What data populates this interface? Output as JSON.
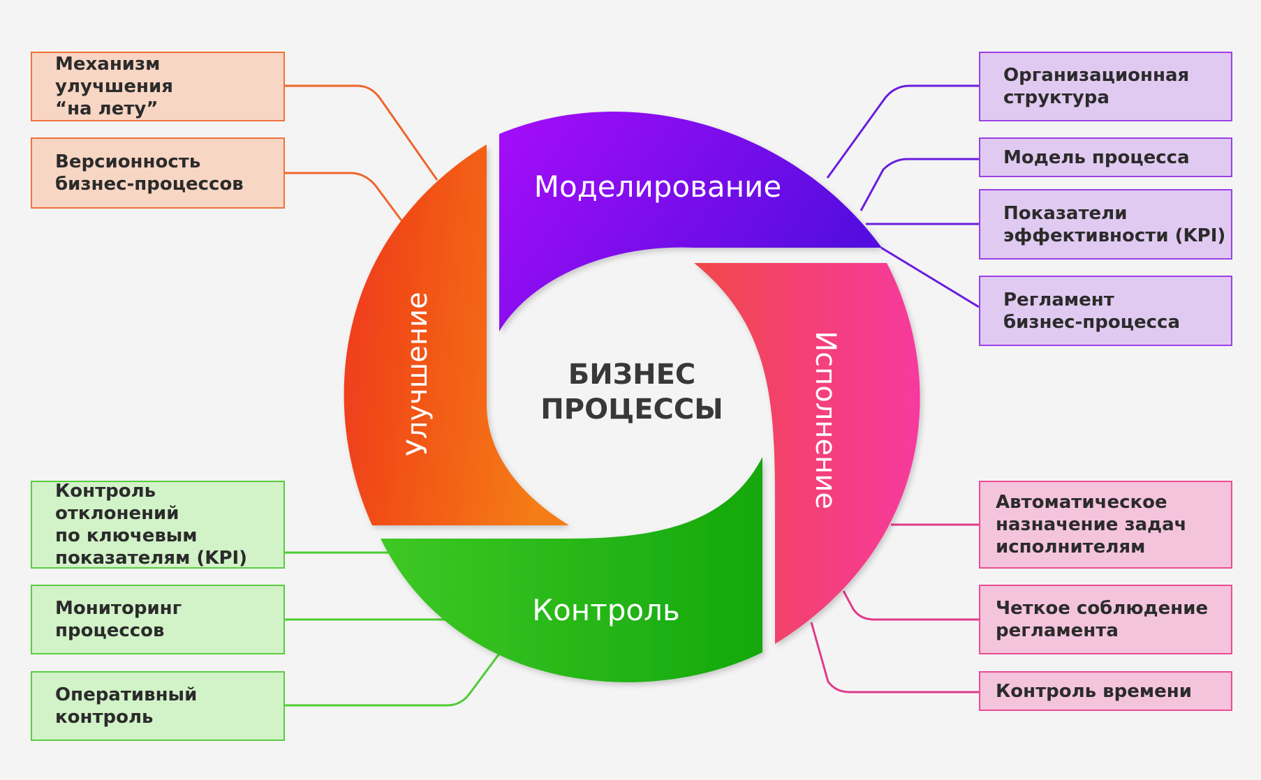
{
  "center": {
    "title": "БИЗНЕС\nПРОЦЕССЫ"
  },
  "phases": {
    "modeling": {
      "label": "Моделирование"
    },
    "execution": {
      "label": "Исполнение"
    },
    "control": {
      "label": "Контроль"
    },
    "improvement": {
      "label": "Улучшение"
    }
  },
  "boxes": {
    "improvement": [
      {
        "text": "Механизм улучшения\n“на лету”"
      },
      {
        "text": "Версионность\nбизнес-процессов"
      }
    ],
    "modeling": [
      {
        "text": "Организационная\nструктура"
      },
      {
        "text": "Модель процесса"
      },
      {
        "text": "Показатели\nэффективности (KPI)"
      },
      {
        "text": "Регламент\nбизнес-процесса"
      }
    ],
    "control": [
      {
        "text": "Контроль отклонений\nпо ключевым\nпоказателям (KPI)"
      },
      {
        "text": "Мониторинг\nпроцессов"
      },
      {
        "text": "Оперативный\nконтроль"
      }
    ],
    "execution": [
      {
        "text": "Автоматическое\nназначение задач\nисполнителям"
      },
      {
        "text": "Четкое соблюдение\nрегламента"
      },
      {
        "text": "Контроль времени"
      }
    ]
  },
  "colors": {
    "modeling": [
      "#a010f8",
      "#5a0be0"
    ],
    "execution": [
      "#f04a4a",
      "#f53aa0"
    ],
    "control": [
      "#35c01a",
      "#15a80f"
    ],
    "improvement": [
      "#ef3c1c",
      "#f47a12"
    ],
    "orange_line": "#f0652a",
    "purple_line": "#6a1be0",
    "green_line": "#4ccc33",
    "pink_line": "#e03a8a"
  }
}
